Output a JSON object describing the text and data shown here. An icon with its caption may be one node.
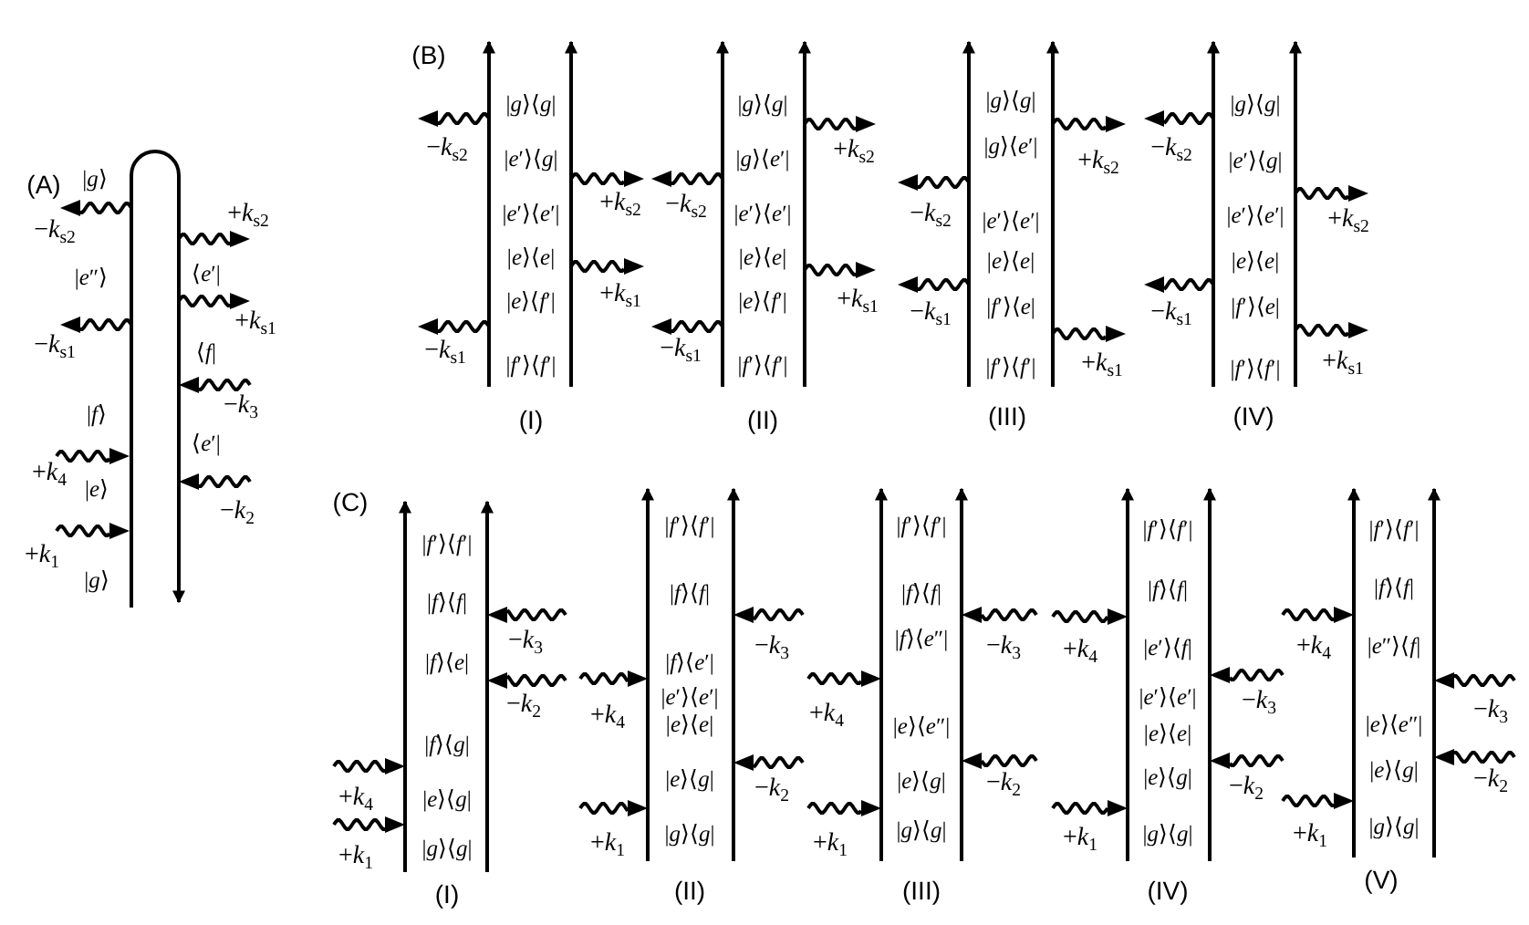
{
  "diagram": {
    "labels": [
      "(A)",
      "|*g*⟩",
      "−*k*$_{s2}$",
      "+*k*$_{s2}$",
      "|*e*″⟩",
      "⟨*e*′|",
      "+*k*$_{s1}$",
      "−*k*$_{s1}$",
      "⟨*f*|",
      "|*f*⟩",
      "−*k*$_{3}$",
      "⟨*e*′|",
      "+*k*$_{4}$",
      "|*e*⟩",
      "−*k*$_{2}$",
      "+*k*$_{1}$",
      "|*g*⟩",
      "(B)",
      "|*g*⟩⟨*g*|",
      "|*e*′⟩⟨*g*|",
      "|*e*′⟩⟨*e*′|",
      "|*e*⟩⟨*e*|",
      "|*e*⟩⟨*f*′|",
      "|*f*′⟩⟨*f*′|",
      "−*k*$_{s2}$",
      "+*k*$_{s2}$",
      "+*k*$_{s1}$",
      "−*k*$_{s1}$",
      "(I)",
      "|*g*⟩⟨*g*|",
      "|*g*⟩⟨*e*′|",
      "|*e*′⟩⟨*e*′|",
      "|*e*⟩⟨*e*|",
      "|*e*⟩⟨*f*′|",
      "|*f*′⟩⟨*f*′|",
      "+*k*$_{s2}$",
      "−*k*$_{s2}$",
      "+*k*$_{s1}$",
      "−*k*$_{s1}$",
      "(II)",
      "|*g*⟩⟨*g*|",
      "|*g*⟩⟨*e*′|",
      "|*e*′⟩⟨*e*′|",
      "|*e*⟩⟨*e*|",
      "|*f*′⟩⟨*e*|",
      "|*f*′⟩⟨*f*′|",
      "+*k*$_{s2}$",
      "−*k*$_{s2}$",
      "−*k*$_{s1}$",
      "+*k*$_{s1}$",
      "(III)",
      "|*g*⟩⟨*g*|",
      "|*e*′⟩⟨*g*|",
      "|*e*′⟩⟨*e*′|",
      "|*e*⟩⟨*e*|",
      "|*f*′⟩⟨*e*|",
      "|*f*′⟩⟨*f*′|",
      "−*k*$_{s2}$",
      "+*k*$_{s2}$",
      "−*k*$_{s1}$",
      "+*k*$_{s1}$",
      "(IV)",
      "(C)",
      "|*f*′⟩⟨*f*′|",
      "|*f*⟩⟨*f*|",
      "|*f*⟩⟨*e*|",
      "|*f*⟩⟨*g*|",
      "|*e*⟩⟨*g*|",
      "|*g*⟩⟨*g*|",
      "−*k*$_{3}$",
      "−*k*$_{2}$",
      "+*k*$_{4}$",
      "+*k*$_{1}$",
      "(I)",
      "|*f*′⟩⟨*f*′|",
      "|*f*⟩⟨*f*|",
      "|*f*⟩⟨*e*′|",
      "|*e*′⟩⟨*e*′|",
      "|*e*⟩⟨*e*|",
      "|*e*⟩⟨*g*|",
      "|*g*⟩⟨*g*|",
      "−*k*$_{3}$",
      "+*k*$_{4}$",
      "−*k*$_{2}$",
      "+*k*$_{1}$",
      "(II)",
      "|*f*′⟩⟨*f*′|",
      "|*f*⟩⟨*f*|",
      "|*f*⟩⟨*e*″|",
      "|*e*⟩⟨*e*″|",
      "|*e*⟩⟨*g*|",
      "|*g*⟩⟨*g*|",
      "−*k*$_{3}$",
      "+*k*$_{4}$",
      "−*k*$_{2}$",
      "+*k*$_{1}$",
      "(III)",
      "|*f*′⟩⟨*f*′|",
      "|*f*⟩⟨*f*|",
      "|*e*′⟩⟨*f*|",
      "|*e*′⟩⟨*e*′|",
      "|*e*⟩⟨*e*|",
      "|*e*⟩⟨*g*|",
      "|*g*⟩⟨*g*|",
      "+*k*$_{4}$",
      "−*k*$_{3}$",
      "−*k*$_{2}$",
      "+*k*$_{1}$",
      "(IV)",
      "|*f*′⟩⟨*f*′|",
      "|*f*⟩⟨*f*|",
      "|*e*″⟩⟨*f*|",
      "|*e*⟩⟨*e*″|",
      "|*e*⟩⟨*g*|",
      "|*g*⟩⟨*g*|",
      "+*k*$_{4}$",
      "−*k*$_{3}$",
      "−*k*$_{2}$",
      "+*k*$_{1}$",
      "(V)"
    ]
  }
}
